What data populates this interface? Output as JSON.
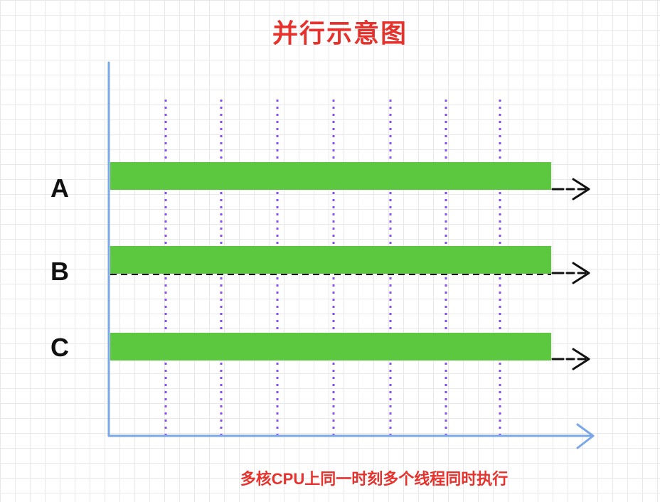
{
  "title": "并行示意图",
  "caption": "多核CPU上同一时刻多个线程同时执行",
  "rows": [
    {
      "label": "A"
    },
    {
      "label": "B"
    },
    {
      "label": "C"
    }
  ],
  "colors": {
    "title": "#e5322d",
    "caption": "#e5322d",
    "bar": "#5bc83f",
    "axis": "#7aa7e6",
    "divider": "#8a4cf0",
    "arrow": "#111111"
  }
}
